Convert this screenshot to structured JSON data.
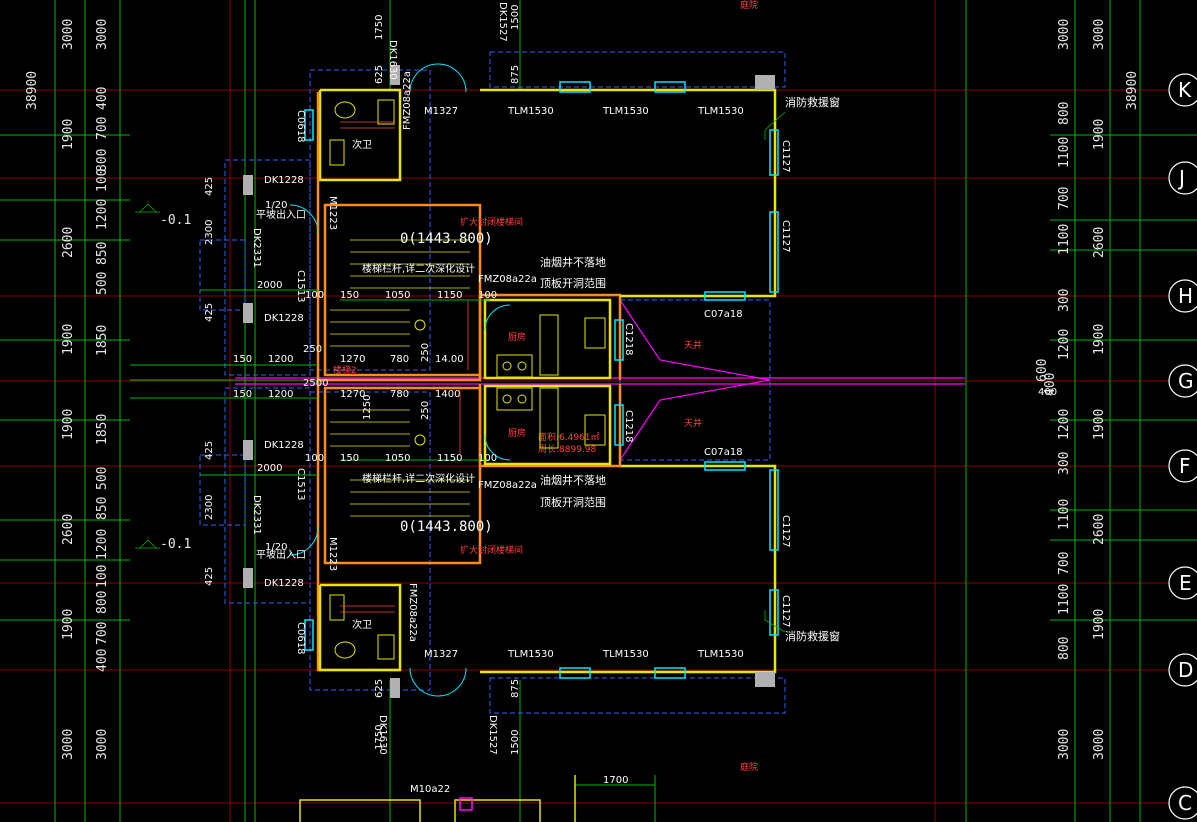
{
  "colors": {
    "background": "#000000",
    "grid_green": "#00b400",
    "axis_red": "#a00000",
    "wall_orange": "#ff8c1a",
    "wall_yellow": "#e6e600",
    "dash_blue": "#3060ff",
    "window_cyan": "#00e6ff",
    "magenta": "#ff00ff",
    "text_white": "#ffffff",
    "text_red": "#ff4040"
  },
  "axes": {
    "right": [
      {
        "label": "K"
      },
      {
        "label": "J"
      },
      {
        "label": "H"
      },
      {
        "label": "G"
      },
      {
        "label": "F"
      },
      {
        "label": "E"
      },
      {
        "label": "D"
      },
      {
        "label": "C"
      }
    ]
  },
  "dims": {
    "total_left": "38900",
    "total_right": "38900",
    "left_outer": [
      "3000",
      "1900",
      "2600",
      "1900",
      "1900",
      "2600",
      "1900",
      "3000"
    ],
    "left_inner": [
      "3000",
      "400",
      "700",
      "800",
      "100",
      "1200",
      "850",
      "500",
      "1850",
      "1850",
      "500",
      "850",
      "1200",
      "100",
      "800",
      "700",
      "400",
      "3000"
    ],
    "right_inner": [
      "3000",
      "800",
      "1100",
      "700",
      "1100",
      "300",
      "1200",
      "400",
      "1200",
      "300",
      "1100",
      "700",
      "1100",
      "800",
      "3000"
    ],
    "right_outer": [
      "3000",
      "1900",
      "2600",
      "1900",
      "1900",
      "2600",
      "1900",
      "3000"
    ],
    "center_600": "600",
    "center_400": "400",
    "top_1750": "1750",
    "top_625": "625",
    "top_1500": "1500",
    "top_875": "875",
    "bot_1750": "1750",
    "bot_625": "625",
    "bot_1500": "1500",
    "bot_875": "875",
    "bot_1700": "1700",
    "d_2300": "2300",
    "d_2000": "2000",
    "d_425": "425",
    "d_150": "150",
    "d_1200": "1200",
    "d_250": "250",
    "d_2500": "2500",
    "d_1270": "1270",
    "d_780": "780",
    "d_1400": "14.00",
    "d_100": "100",
    "d_1050": "1050",
    "d_1150": "1150",
    "d_1400b": "1400",
    "d_1250": "1250",
    "d_150b": "150",
    "d_250b": "250"
  },
  "labels": {
    "garden": "庭院",
    "fire_rescue": "消防救援窗",
    "toilet": "次卫",
    "kitchen": "厨房",
    "skylight": "天井",
    "entry": "平坡出入口",
    "slope": "1/20",
    "neg01": "-0.1",
    "elev": "0(1443.800)",
    "stair_note": "楼梯栏杆,详二次深化设计",
    "enlarged": "扩大封闭楼梯间",
    "chimney_1": "油烟井不落地",
    "chimney_2": "顶板开洞范围",
    "stair_up": "楼梯2",
    "area_text": "面积:6.4961㎡",
    "perim_text": "周长:8899.98"
  },
  "tags": {
    "m1327": "M1327",
    "tlm1530": "TLM1530",
    "c1127": "C1127",
    "c0618": "C0618",
    "dk1228": "DK1228",
    "dk2331": "DK2331",
    "m1223": "M1223",
    "c1513": "C1513",
    "fmz": "FMZ08a22a",
    "c07a18": "C07a18",
    "c1218": "C1218",
    "dk1630": "DK1630",
    "dk1527": "DK1527",
    "m10a22": "M10a22",
    "fm_vertical": "FMZ08a22a"
  }
}
